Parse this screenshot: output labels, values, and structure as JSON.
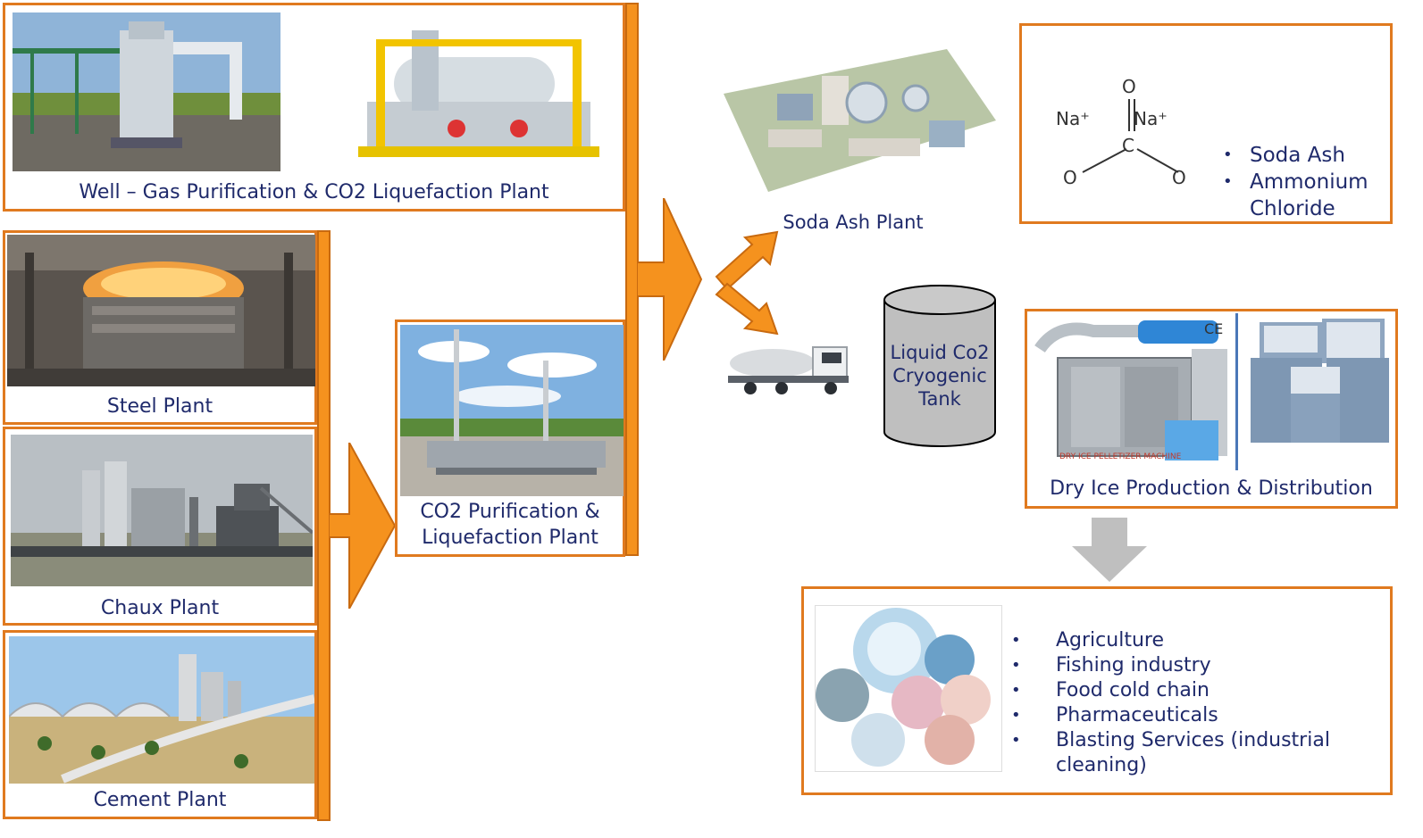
{
  "sources": {
    "well": "Well – Gas Purification & CO2 Liquefaction Plant",
    "steel": "Steel Plant",
    "chaux": "Chaux Plant",
    "cement": "Cement Plant"
  },
  "purification": {
    "line1": "CO2 Purification &",
    "line2": "Liquefaction Plant"
  },
  "soda": {
    "plant_label": "Soda Ash Plant",
    "molecule": {
      "na_left": "Na⁺",
      "na_right": "Na⁺",
      "carbon": "C",
      "oxygen": "O"
    },
    "products": [
      "Soda Ash",
      "Ammonium Chloride"
    ]
  },
  "tank": {
    "line1": "Liquid Co2",
    "line2": "Cryogenic",
    "line3": "Tank"
  },
  "dry_ice": {
    "label": "Dry Ice Production & Distribution",
    "machine_text": "DRY ICE PELLETIZER MACHINE",
    "ce_mark": "CE"
  },
  "applications": [
    "Agriculture",
    "Fishing industry",
    "Food cold chain",
    "Pharmaceuticals",
    "Blasting Services (industrial cleaning)"
  ],
  "colors": {
    "accent_orange": "#f5921e",
    "border_orange": "#e07a1f",
    "text_navy": "#1f2a6b",
    "arrow_gray": "#bfbfbf"
  }
}
